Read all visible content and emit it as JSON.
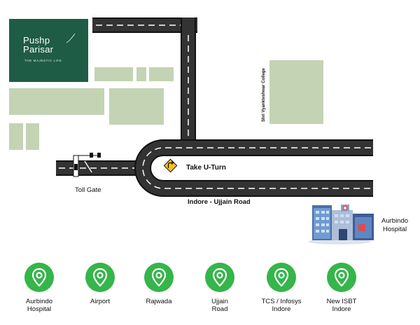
{
  "brand": {
    "name": "Pushp\nParisar",
    "tagline": "THE MAJESTIC LIFE"
  },
  "map_labels": {
    "college": "Shri Vyankteshwar College",
    "u_turn": "Take U-Turn",
    "toll_gate": "Toll Gate",
    "road": "Indore - Ujjain Road",
    "hospital": "Aurbindo\nHospital"
  },
  "places": [
    {
      "label": "Aurbindo\nHospital",
      "icon": "location-pin-icon"
    },
    {
      "label": "Airport",
      "icon": "location-pin-icon"
    },
    {
      "label": "Rajwada",
      "icon": "location-pin-icon"
    },
    {
      "label": "Ujjain\nRoad",
      "icon": "location-pin-icon"
    },
    {
      "label": "TCS / Infosys\nIndore",
      "icon": "location-pin-icon"
    },
    {
      "label": "New ISBT\nIndore",
      "icon": "location-pin-icon"
    }
  ],
  "colors": {
    "road": "#333333",
    "road_edge": "#111111",
    "lane_mark": "#ffffff",
    "block": "#c3d3b4",
    "brand": "#1f5c45",
    "pin": "#35b54a",
    "sign": "#f4c021"
  }
}
